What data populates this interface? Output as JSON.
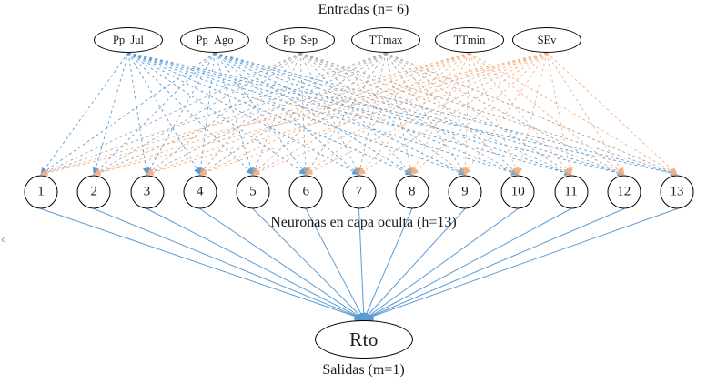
{
  "diagram": {
    "title": "Entradas (n= 6)",
    "hidden_caption": "Neuronas en capa oculta (h=13)",
    "output_caption": "Salidas  (m=1)",
    "stray_mark": "o",
    "inputs": [
      {
        "label": "Pp_Jul",
        "color": "#5b9bd5"
      },
      {
        "label": "Pp_Ago",
        "color": "#5b9bd5"
      },
      {
        "label": "Pp_Sep",
        "color": "#a6a6a6"
      },
      {
        "label": "TTmax",
        "color": "#a6a6a6"
      },
      {
        "label": "TTmin",
        "color": "#f4b183"
      },
      {
        "label": "SEv",
        "color": "#f4b183"
      }
    ],
    "hidden_neurons": [
      "1",
      "2",
      "3",
      "4",
      "5",
      "6",
      "7",
      "8",
      "9",
      "10",
      "11",
      "12",
      "13"
    ],
    "output": {
      "label": "Rto"
    },
    "edge_colors": {
      "hidden_to_output": "#5b9bd5"
    }
  }
}
